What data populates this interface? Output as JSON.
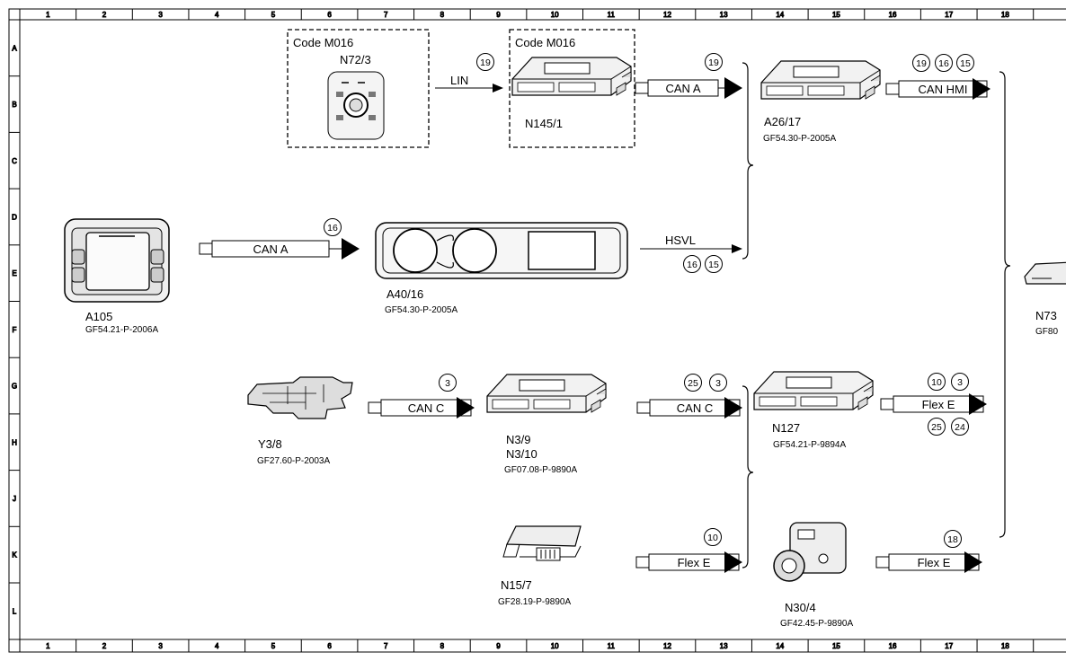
{
  "grid": {
    "columns": [
      "1",
      "2",
      "3",
      "4",
      "5",
      "6",
      "7",
      "8",
      "9",
      "10",
      "11",
      "12",
      "13",
      "14",
      "15",
      "16",
      "17",
      "18"
    ],
    "rows": [
      "A",
      "B",
      "C",
      "D",
      "E",
      "F",
      "G",
      "H",
      "J",
      "K",
      "L"
    ]
  },
  "code_boxes": {
    "left": {
      "title": "Code M016",
      "component": "N72/3"
    },
    "right": {
      "title": "Code M016",
      "component": "N145/1"
    }
  },
  "components": {
    "a105": {
      "name": "A105",
      "ref": "GF54.21-P-2006A"
    },
    "a40_16": {
      "name": "A40/16",
      "ref": "GF54.30-P-2005A"
    },
    "a26_17": {
      "name": "A26/17",
      "ref": "GF54.30-P-2005A"
    },
    "y3_8": {
      "name": "Y3/8",
      "ref": "GF27.60-P-2003A"
    },
    "n3_9": {
      "name": "N3/9",
      "name2": "N3/10",
      "ref": "GF07.08-P-9890A"
    },
    "n127": {
      "name": "N127",
      "ref": "GF54.21-P-9894A"
    },
    "n15_7": {
      "name": "N15/7",
      "ref": "GF28.19-P-9890A"
    },
    "n30_4": {
      "name": "N30/4",
      "ref": "GF42.45-P-9890A"
    },
    "n73": {
      "name": "N73",
      "ref": "GF80"
    }
  },
  "connections": {
    "lin": {
      "label": "LIN",
      "circles": [
        "19"
      ]
    },
    "can_a_top": {
      "label": "CAN A",
      "circles": [
        "19"
      ]
    },
    "can_hmi": {
      "label": "CAN HMI",
      "circles": [
        "19",
        "16",
        "15"
      ]
    },
    "can_a_mid": {
      "label": "CAN A",
      "circles": [
        "16"
      ]
    },
    "hsvl": {
      "label": "HSVL",
      "circles": [
        "16",
        "15"
      ]
    },
    "can_c_left": {
      "label": "CAN C",
      "circles": [
        "3"
      ]
    },
    "can_c_right": {
      "label": "CAN C",
      "circles": [
        "25",
        "3"
      ]
    },
    "flex_e_g": {
      "label": "Flex E",
      "circles": [
        "10",
        "3",
        "25",
        "24"
      ]
    },
    "flex_e_k": {
      "label": "Flex E",
      "circles": [
        "10"
      ]
    },
    "flex_e_k2": {
      "label": "Flex E",
      "circles": [
        "18"
      ]
    }
  }
}
